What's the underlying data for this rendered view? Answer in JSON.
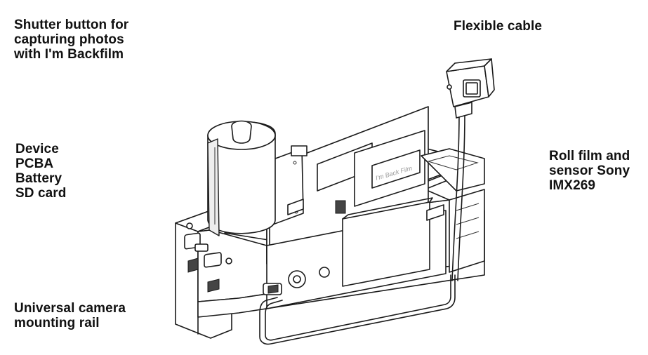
{
  "labels": {
    "shutter": [
      "Shutter button for",
      "capturing photos",
      "with I'm Backfilm"
    ],
    "cable": [
      "Flexible cable"
    ],
    "device": [
      "Device",
      "PCBA",
      "Battery",
      "SD card"
    ],
    "roll": [
      "Roll film and",
      "sensor Sony",
      "IMX269"
    ],
    "rail": [
      "Universal camera",
      "mounting rail"
    ]
  },
  "drawing": {
    "panel_text": "I'm Back Film"
  },
  "colors": {
    "text": "#111111",
    "line": "#1a1a1a",
    "background": "#ffffff"
  }
}
